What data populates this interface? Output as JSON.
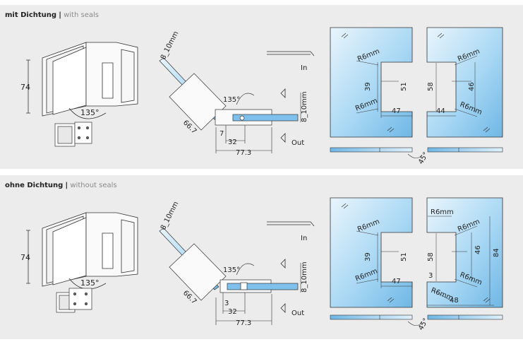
{
  "sections": [
    {
      "title_de": "mit Dichtung",
      "separator": "|",
      "title_en": "with seals",
      "hinge": {
        "height": "74",
        "angle": "135°"
      },
      "side": {
        "thickness": "8_10mm",
        "angle": "135°",
        "offset": "66.7",
        "gap_a": "7",
        "gap_b": "32",
        "total": "77.3",
        "glass": "8_10mm",
        "in": "In",
        "out": "Out"
      },
      "left_plate": {
        "r1": "R6mm",
        "r2": "R6mm",
        "h_outer": "39",
        "h_inner": "51",
        "width": "47"
      },
      "right_plate": {
        "r1": "R6mm",
        "r2": "R6mm",
        "h_outer": "58",
        "h_inner": "46",
        "width": "44"
      },
      "edge_angle": "45°"
    },
    {
      "title_de": "ohne Dichtung",
      "separator": "|",
      "title_en": "without seals",
      "hinge": {
        "height": "74",
        "angle": "135°"
      },
      "side": {
        "thickness": "8_10mm",
        "angle": "135°",
        "offset": "66.7",
        "gap_a": "3",
        "gap_b": "32",
        "total": "77.3",
        "glass": "8_10mm",
        "in": "In",
        "out": "Out"
      },
      "left_plate": {
        "r1": "R6mm",
        "r2": "R6mm",
        "h_outer": "39",
        "h_inner": "51",
        "width": "47"
      },
      "right_plate": {
        "r_top": "R6mm",
        "r1": "R6mm",
        "r2": "R6mm",
        "r3": "R6mm",
        "h_outer": "58",
        "h_inner": "46",
        "h_total": "84",
        "gap": "3",
        "width": "48"
      },
      "edge_angle": "45°"
    }
  ],
  "colors": {
    "panel_bg": "#ececec",
    "glass_light": "#e4f2fb",
    "glass_dark": "#7fc1ec",
    "line": "#222222",
    "muted": "#8a8a8a"
  }
}
